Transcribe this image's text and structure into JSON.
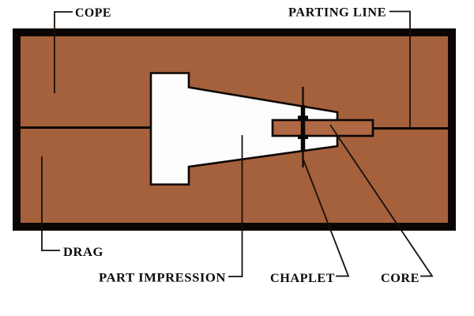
{
  "diagram": {
    "labels": {
      "cope": "COPE",
      "parting_line": "PARTING LINE",
      "drag": "DRAG",
      "part_impression": "PART IMPRESSION",
      "chaplet": "CHAPLET",
      "core": "CORE"
    },
    "colors": {
      "sand": "#A5603C",
      "core_sand": "#AE6843",
      "cavity": "#FDFDFD",
      "outline": "#0B0604",
      "leader_line": "#19100A",
      "label_text": "#0E0B08",
      "background": "#FFFFFF"
    }
  }
}
